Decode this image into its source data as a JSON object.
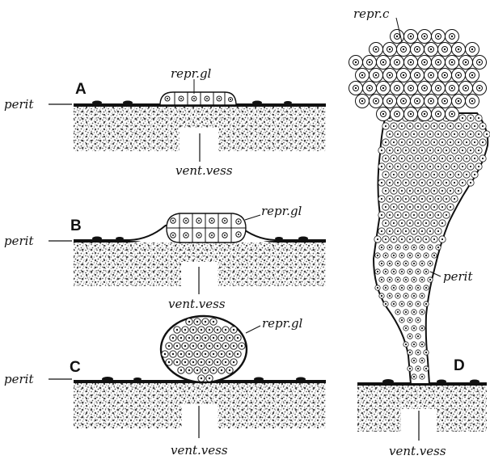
{
  "figure": {
    "panels": [
      {
        "id": "A",
        "letter": "A",
        "stage": "low flat plate of cells on the peritoneum"
      },
      {
        "id": "B",
        "letter": "B",
        "stage": "thickened gland raising a mound"
      },
      {
        "id": "C",
        "letter": "C",
        "stage": "rounded cell mass"
      },
      {
        "id": "D",
        "letter": "D",
        "stage": "stalked elongated gland with free cells"
      }
    ],
    "labels": {
      "perit": "perit",
      "repr_gl": "repr.gl",
      "vent_vess": "vent.vess",
      "repr_c": "repr.c"
    },
    "colors": {
      "ink": "#111111",
      "paper": "#ffffff",
      "stipple": "#555555"
    }
  }
}
